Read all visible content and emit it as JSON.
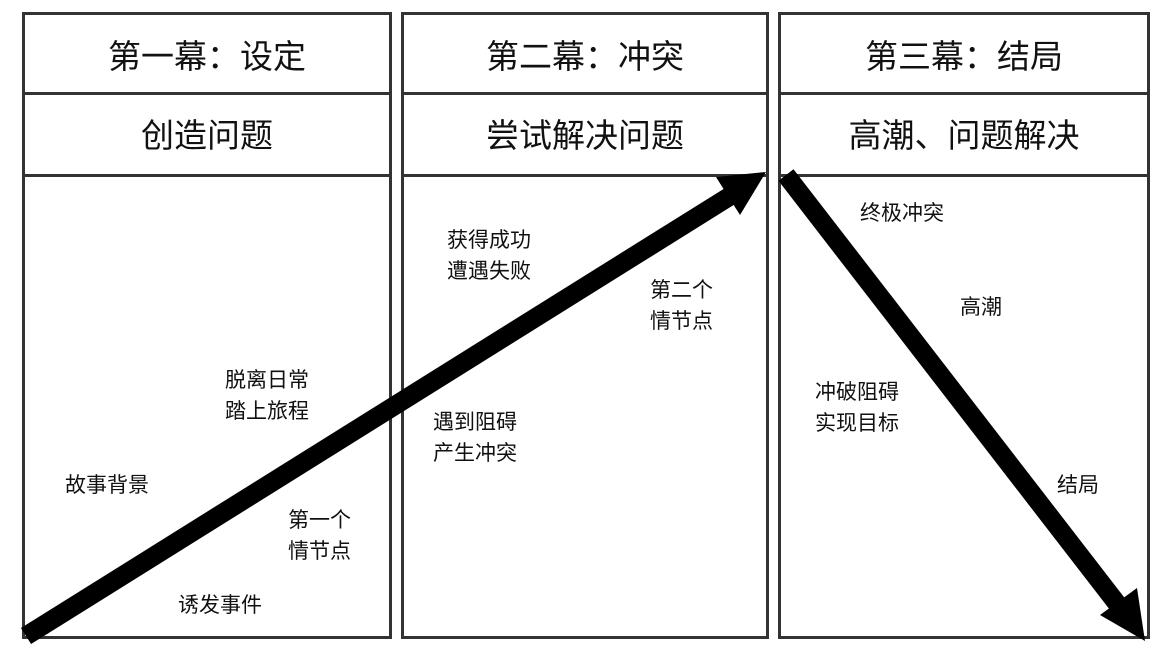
{
  "acts": [
    {
      "title": "第一幕：设定",
      "subtitle": "创造问题"
    },
    {
      "title": "第二幕：冲突",
      "subtitle": "尝试解决问题"
    },
    {
      "title": "第三幕：结局",
      "subtitle": "高潮、问题解决"
    }
  ],
  "labels": {
    "backstory": "故事背景",
    "inciting": "诱发事件",
    "pp1_a": "第一个",
    "pp1_b": "情节点",
    "leave_a": "脱离日常",
    "leave_b": "踏上旅程",
    "success_a": "获得成功",
    "success_b": "遭遇失败",
    "pp2_a": "第二个",
    "pp2_b": "情节点",
    "obstacle_a": "遇到阻碍",
    "obstacle_b": "产生冲突",
    "final_conflict": "终极冲突",
    "climax": "高潮",
    "break_a": "冲破阻碍",
    "break_b": "实现目标",
    "ending": "结局"
  }
}
